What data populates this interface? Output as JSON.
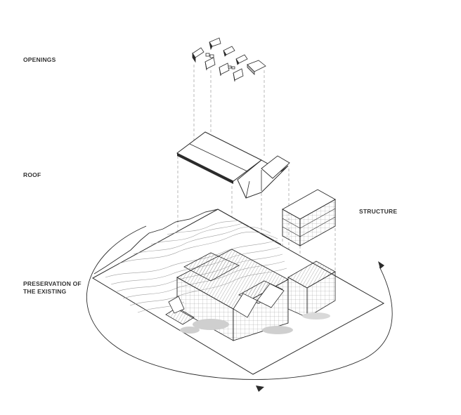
{
  "labels": {
    "openings": "OPENINGS",
    "roof": "ROOF",
    "structure": "STRUCTURE",
    "preservation_line1": "PRESERVATION OF",
    "preservation_line2": "THE EXISTING"
  },
  "colors": {
    "line": "#2b2b2b",
    "hatch": "#8c8c8c",
    "dashed": "#9a9a9a",
    "text": "#333333",
    "shade": "#d9d9d9"
  }
}
